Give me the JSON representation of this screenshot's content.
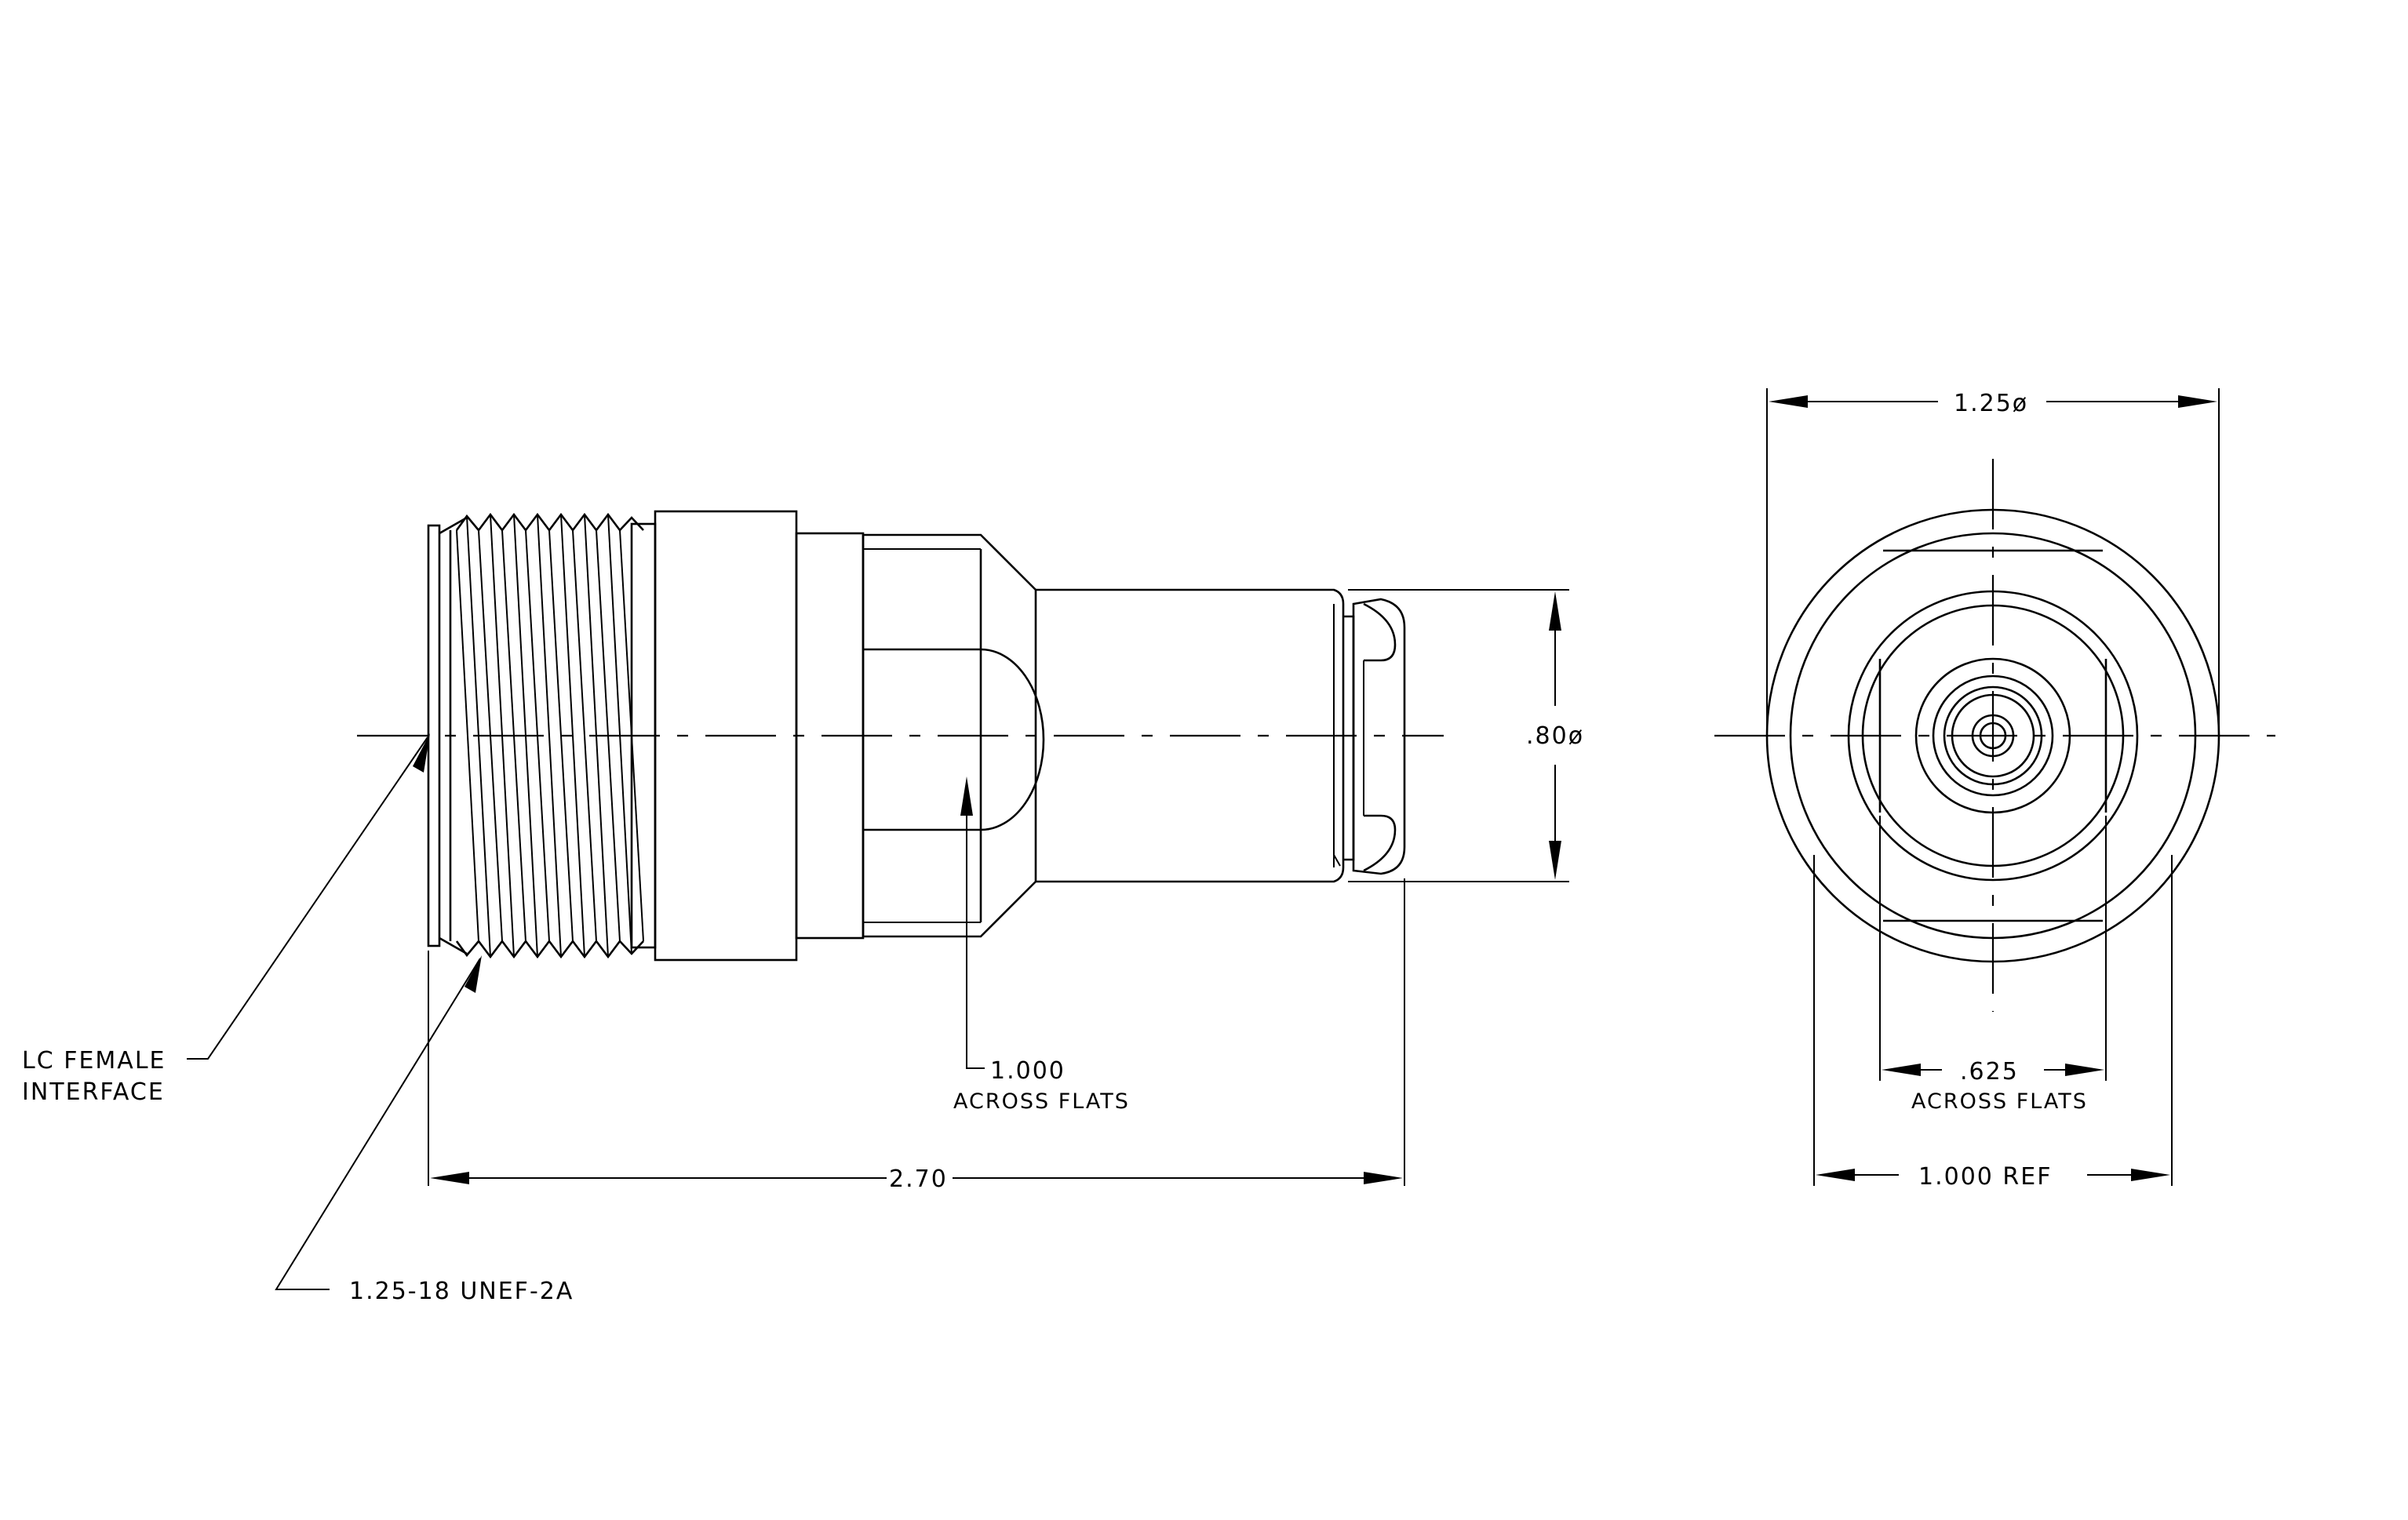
{
  "labels": {
    "interface_line1": "LC FEMALE",
    "interface_line2": "INTERFACE",
    "thread": "1.25-18 UNEF-2A",
    "flats_side_value": "1.000",
    "flats_side_caption": "ACROSS FLATS",
    "overall_length": "2.70",
    "body_diameter": ".80ø",
    "outer_diameter": "1.25ø",
    "end_flats_value": ".625",
    "end_flats_caption": "ACROSS FLATS",
    "end_ref": "1.000 REF"
  }
}
